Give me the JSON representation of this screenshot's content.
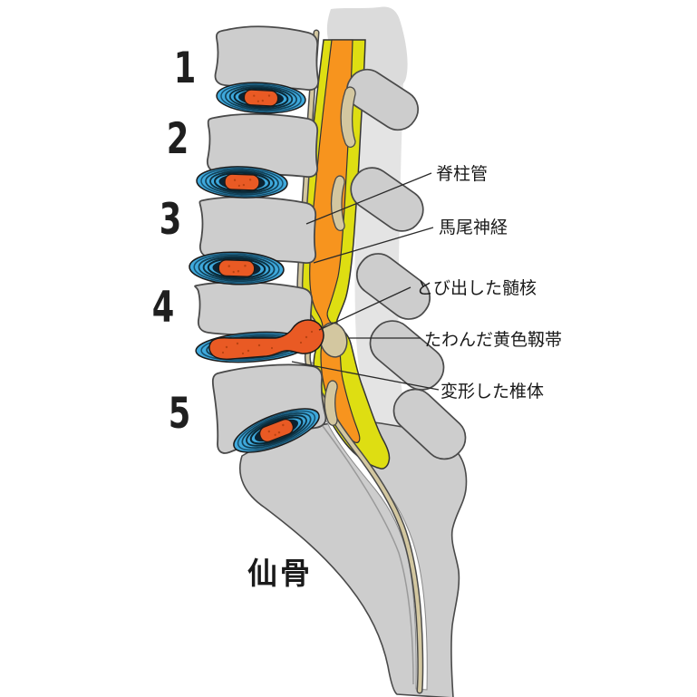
{
  "figure": {
    "type": "medical-anatomy-diagram",
    "subject": "lumbar spine lateral cross-section with disc herniation",
    "vertebra_numbers": [
      {
        "label": "1"
      },
      {
        "label": "2"
      },
      {
        "label": "3"
      },
      {
        "label": "4"
      },
      {
        "label": "5"
      }
    ],
    "sacrum_label": "仙骨",
    "annotations": [
      {
        "label": "脊柱管"
      },
      {
        "label": "馬尾神経"
      },
      {
        "label": "とび出した髄核"
      },
      {
        "label": "たわんだ黄色靱帯"
      },
      {
        "label": "変形した椎体"
      }
    ],
    "colors": {
      "background": "#FFFFFF",
      "bone_gray": "#CDCDCD",
      "bone_outline": "#4A4A4A",
      "lamina_gray": "#E2E2E2",
      "disc_blue": "#3FA9DC",
      "disc_ring_dark": "#0B2332",
      "nucleus_orange": "#E95A24",
      "canal_yellow": "#DEDE12",
      "cauda_orange": "#F7941E",
      "ligament_tan": "#D3C7A0",
      "leader_line": "#2A2A2A"
    }
  }
}
